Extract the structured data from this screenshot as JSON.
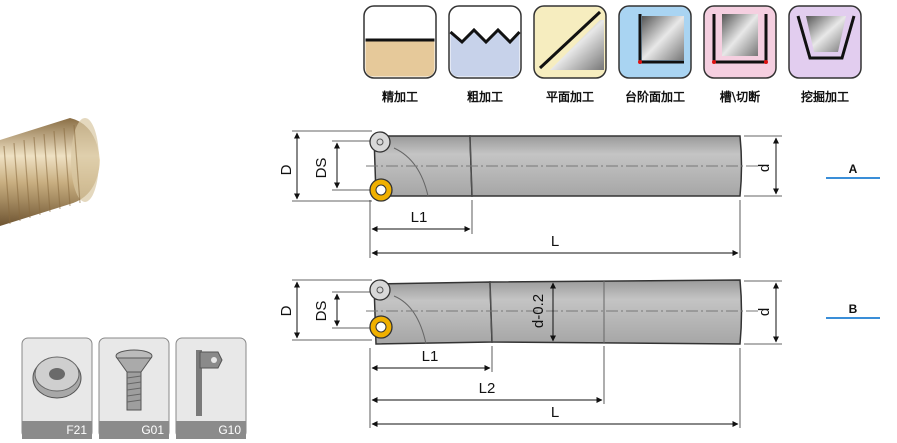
{
  "operations": [
    {
      "label": "精加工",
      "icon": "finishing-icon",
      "color": "#e6c99a"
    },
    {
      "label": "粗加工",
      "icon": "roughing-icon",
      "color": "#c7d2ea"
    },
    {
      "label": "平面加工",
      "icon": "face-milling-icon",
      "color": "#f6edbf"
    },
    {
      "label": "台阶面加工",
      "icon": "shoulder-milling-icon",
      "color": "#a9d4f2"
    },
    {
      "label": "槽\\切断",
      "icon": "slotting-icon",
      "color": "#f5cfe0"
    },
    {
      "label": "挖掘加工",
      "icon": "pocketing-icon",
      "color": "#e2cdef"
    }
  ],
  "variants": {
    "a": {
      "label": "A",
      "dims": {
        "D": "D",
        "DS": "DS",
        "d": "d",
        "L1": "L1",
        "L": "L"
      }
    },
    "b": {
      "label": "B",
      "dims": {
        "D": "D",
        "DS": "DS",
        "d": "d",
        "L1": "L1",
        "L2": "L2",
        "L": "L",
        "taper": "d-0.2"
      }
    }
  },
  "inserts": [
    {
      "code": "F21",
      "icon": "round-insert-icon"
    },
    {
      "code": "G01",
      "icon": "clamp-screw-icon"
    },
    {
      "code": "G10",
      "icon": "torx-wrench-icon"
    }
  ],
  "colors": {
    "accent": "#3a8ed8",
    "body": "#b3b3b3",
    "insert": "#f0b000"
  }
}
